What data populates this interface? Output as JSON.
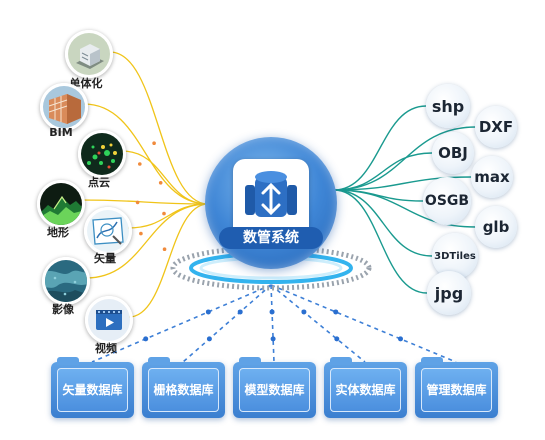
{
  "hub": {
    "label": "数管系统"
  },
  "inputs": [
    {
      "label": "单体化",
      "icon": "city-block-model-icon"
    },
    {
      "label": "BIM",
      "icon": "bim-building-icon"
    },
    {
      "label": "点云",
      "icon": "point-cloud-icon"
    },
    {
      "label": "地形",
      "icon": "terrain-icon"
    },
    {
      "label": "矢量",
      "icon": "vector-map-icon"
    },
    {
      "label": "影像",
      "icon": "imagery-icon"
    },
    {
      "label": "视频",
      "icon": "video-icon"
    }
  ],
  "formats": [
    "shp",
    "DXF",
    "OBJ",
    "max",
    "OSGB",
    "glb",
    "3DTiles",
    "jpg"
  ],
  "databases": [
    "矢量数据库",
    "栅格数据库",
    "模型数据库",
    "实体数据库",
    "管理数据库"
  ],
  "colors": {
    "input_link": "#f0c419",
    "format_link": "#1a9a8f",
    "db_link": "#3d7fd6",
    "hub": "#3f86d6",
    "hub_label_bg": "#1f5db0",
    "database": "#4b8fde"
  }
}
